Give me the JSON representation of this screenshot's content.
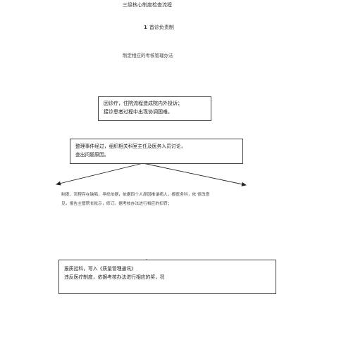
{
  "header": {
    "title": "三级核心制度检查流程",
    "section_number": "1",
    "section_title": "首诊负责制",
    "intro": "制定相应的考核管理办法"
  },
  "flow": {
    "box1": {
      "line1": "因诊疗，住院流程造成院内外投诉；",
      "line2": "接诊患者过程中出现协调困难。"
    },
    "box2": {
      "line1": "整理事件经过，组织相关科室主任及医务人员讨论，",
      "line2": "查出问题原因。"
    },
    "middle": {
      "line1": "制度、流程存在缺陷，寻找依据，依据四个人原因推诿病人，报医务科，依 修改意",
      "line2": "见，报告主管院长批示，修订。据考核办法进行相应的扣罚；"
    },
    "box3": {
      "line1": "报质控科，写入《质量管理通讯》",
      "line2": "违反医疗制度，依据考核办法进行相应的奖，罚"
    }
  }
}
